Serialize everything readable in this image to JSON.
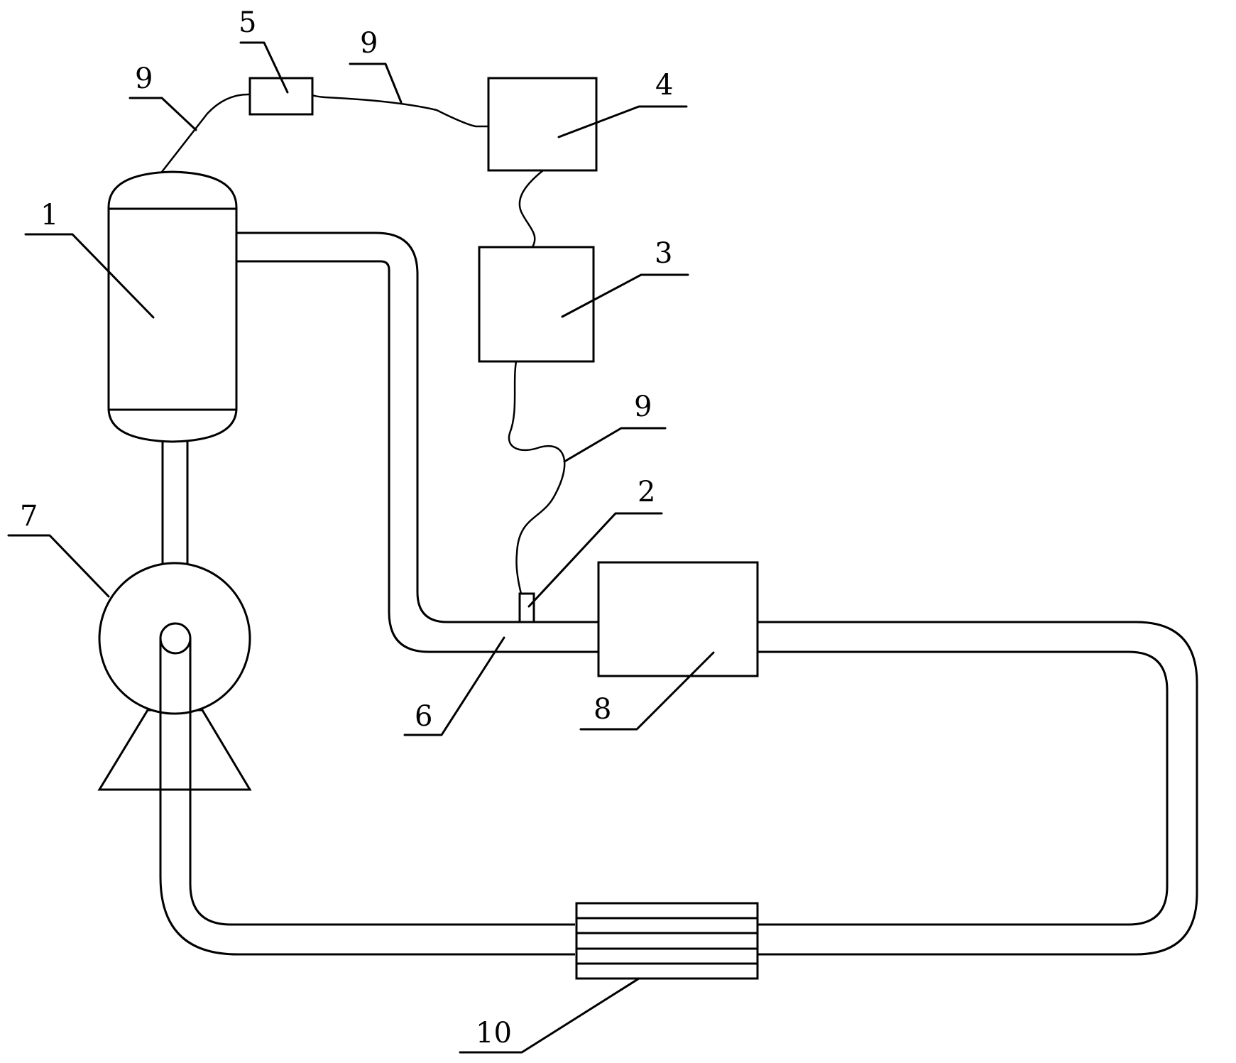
{
  "figure": {
    "colors": {
      "line": "#000000",
      "background": "#ffffff"
    },
    "components": [
      {
        "id": "c1",
        "label": "1"
      },
      {
        "id": "c2",
        "label": "2"
      },
      {
        "id": "c3",
        "label": "3"
      },
      {
        "id": "c4",
        "label": "4"
      },
      {
        "id": "c5",
        "label": "5"
      },
      {
        "id": "c6",
        "label": "6"
      },
      {
        "id": "c7",
        "label": "7"
      },
      {
        "id": "c8",
        "label": "8"
      },
      {
        "id": "c9",
        "label": "9"
      },
      {
        "id": "c10",
        "label": "10"
      }
    ]
  }
}
